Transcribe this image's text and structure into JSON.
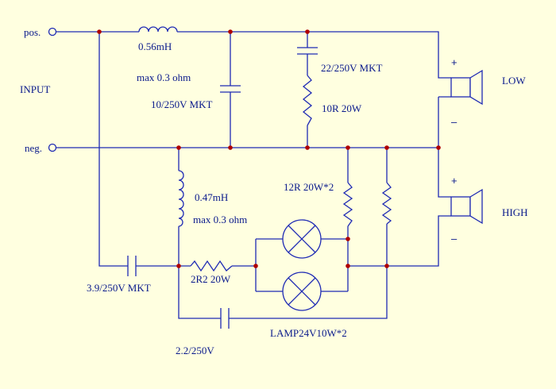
{
  "terminals": {
    "positive": "pos.",
    "negative": "neg."
  },
  "input_label": "INPUT",
  "components": {
    "inductor_low": {
      "value": "0.56mH",
      "resistance": "max 0.3 ohm"
    },
    "cap_low_shunt": "10/250V MKT",
    "cap_zobel": "22/250V MKT",
    "res_zobel": "10R 20W",
    "inductor_high": {
      "value": "0.47mH",
      "resistance": "max 0.3 ohm"
    },
    "res_parallel": "12R 20W*2",
    "cap_high_series": "3.9/250V MKT",
    "res_series": "2R2 20W",
    "cap_bypass": "2.2/250V",
    "lamps": "LAMP24V10W*2"
  },
  "speakers": {
    "low": {
      "label": "LOW",
      "plus": "+",
      "minus": "–"
    },
    "high": {
      "label": "HIGH",
      "plus": "+",
      "minus": "–"
    }
  }
}
